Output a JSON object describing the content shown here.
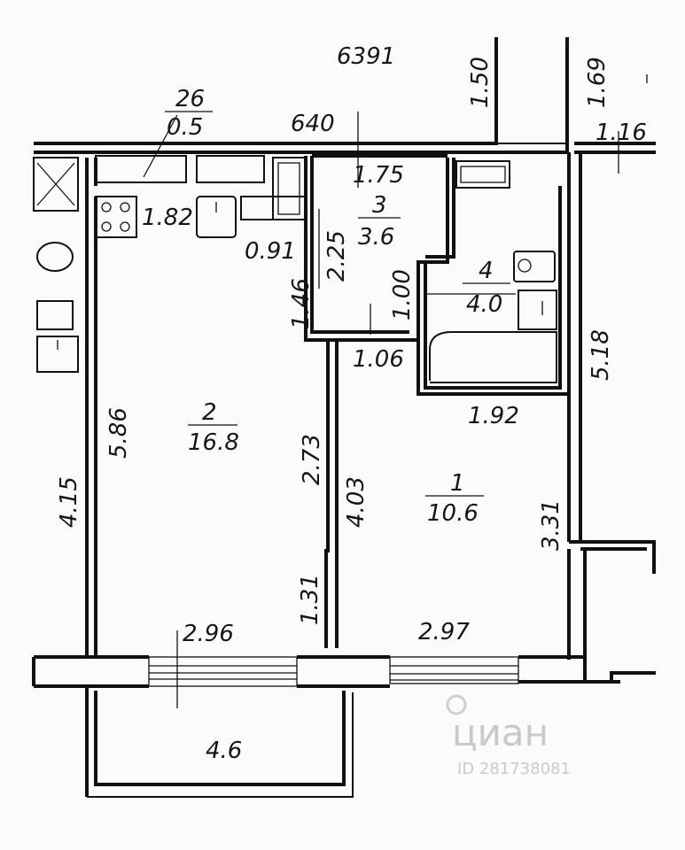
{
  "top_labels": {
    "id": "6391",
    "tag": "640",
    "w150": "1.50",
    "w169": "1.69",
    "w116": "1.16"
  },
  "rooms": [
    {
      "num": "26",
      "area": "0.5"
    },
    {
      "num": "2",
      "area": "16.8"
    },
    {
      "num": "3",
      "area": "3.6"
    },
    {
      "num": "4",
      "area": "4.0"
    },
    {
      "num": "1",
      "area": "10.6"
    }
  ],
  "dims": {
    "d175": "1.75",
    "d182": "1.82",
    "d091": "0.91",
    "d225": "2.25",
    "d146": "1.46",
    "d100": "1.00",
    "d106": "1.06",
    "d192": "1.92",
    "d518": "5.18",
    "d586": "5.86",
    "d273": "2.73",
    "d403": "4.03",
    "d331": "3.31",
    "d415": "4.15",
    "d131": "1.31",
    "d296": "2.96",
    "d297": "2.97",
    "balcony": "4.6"
  },
  "watermark": {
    "brand": "циан",
    "id": "ID 281738081"
  }
}
